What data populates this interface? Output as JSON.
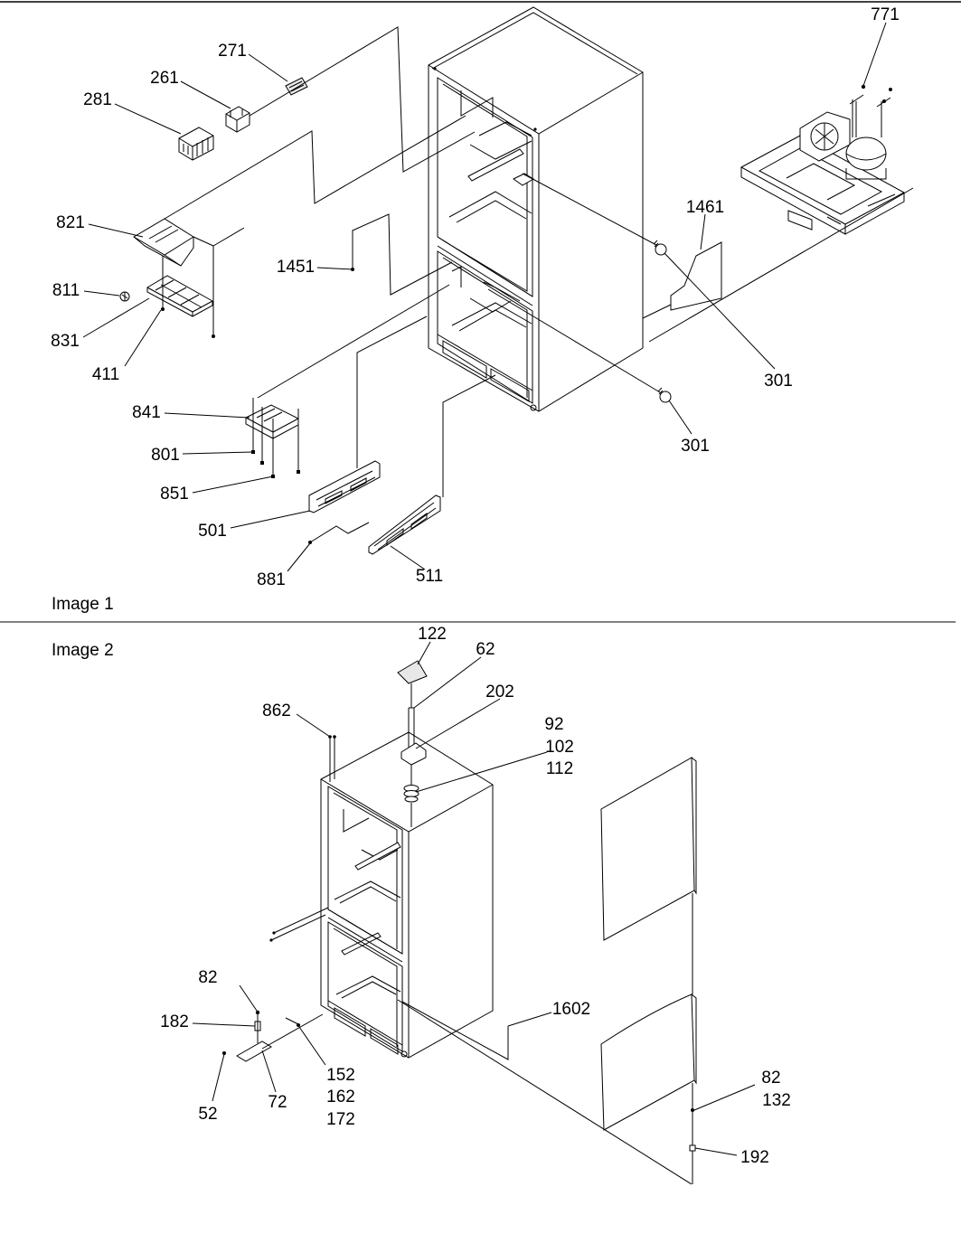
{
  "image1": {
    "caption": "Image 1",
    "callouts": [
      "771",
      "271",
      "261",
      "281",
      "1461",
      "821",
      "1451",
      "811",
      "831",
      "411",
      "301",
      "841",
      "801",
      "301",
      "851",
      "501",
      "511",
      "881"
    ]
  },
  "image2": {
    "caption": "Image 2",
    "callouts": [
      "122",
      "62",
      "202",
      "862",
      "92",
      "102",
      "112",
      "82",
      "1602",
      "182",
      "82",
      "152",
      "162",
      "172",
      "132",
      "72",
      "52",
      "192"
    ]
  }
}
